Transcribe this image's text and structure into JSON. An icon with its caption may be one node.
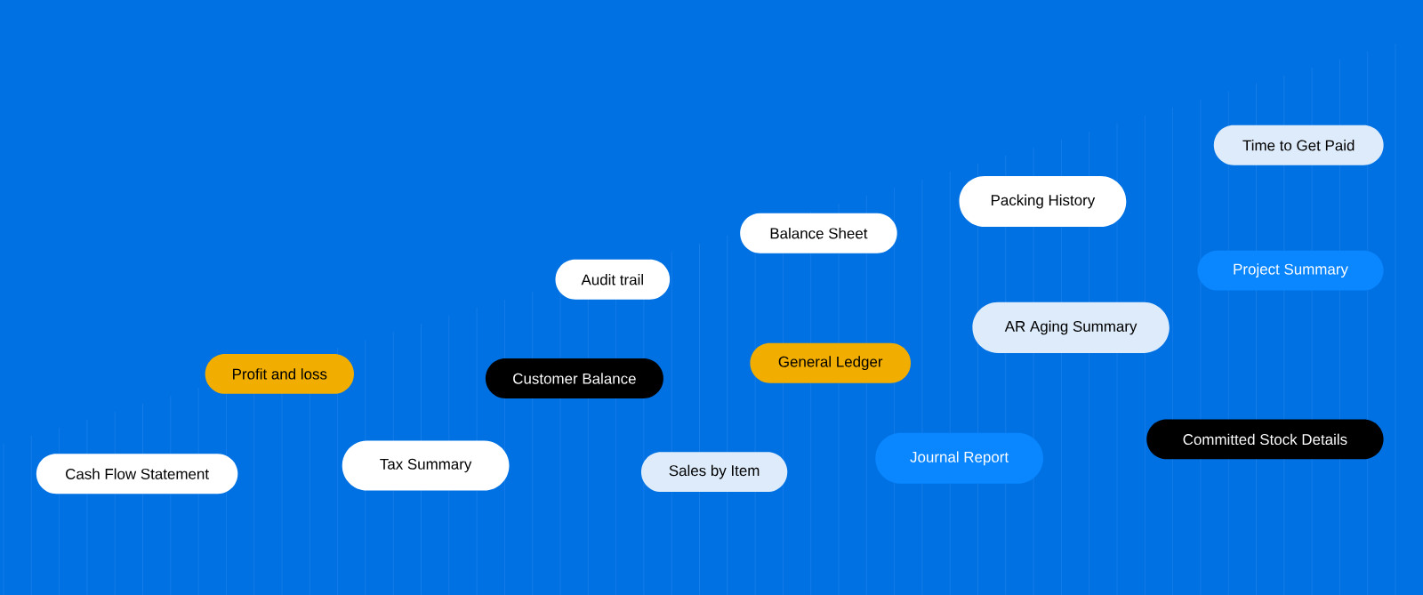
{
  "diagram": {
    "nodes": [
      {
        "text": [
          "Cash Flow Statement"
        ]
      },
      {
        "text": [
          "Profit and loss"
        ]
      },
      {
        "text": [
          "Tax Summary"
        ]
      },
      {
        "text": [
          "Audit trail"
        ]
      },
      {
        "text": [
          "Customer Balance"
        ]
      },
      {
        "text": [
          "Sales by Item"
        ]
      },
      {
        "text": [
          "Balance Sheet"
        ]
      },
      {
        "text": [
          "General Ledger"
        ]
      },
      {
        "text": [
          "Journal Report"
        ]
      },
      {
        "text": [
          "Packing History"
        ]
      },
      {
        "text": [
          "AR Aging Summary"
        ]
      },
      {
        "text": [
          "Time to Get Paid"
        ]
      },
      {
        "text": [
          "Project Summary"
        ]
      },
      {
        "text": [
          "Committed Stock Details"
        ]
      }
    ]
  }
}
